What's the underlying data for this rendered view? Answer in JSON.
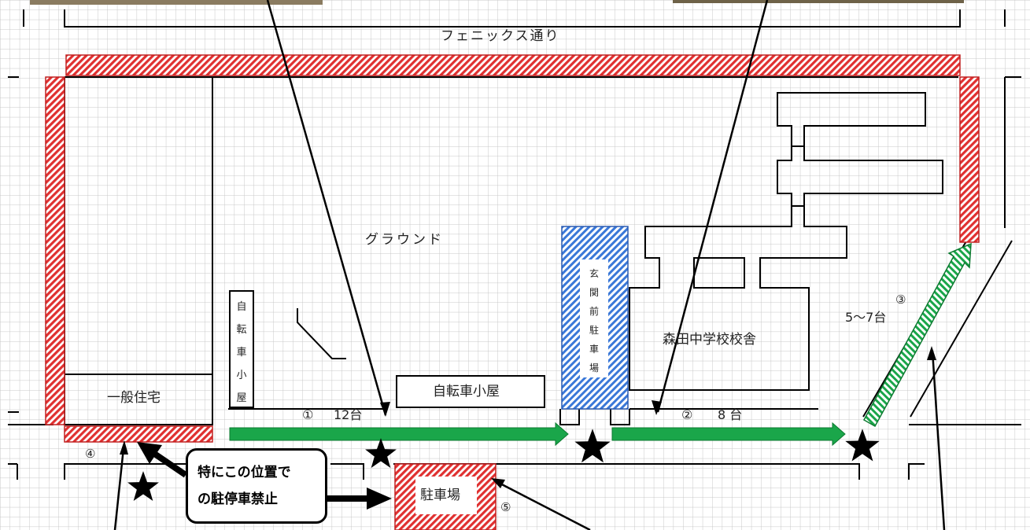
{
  "street": {
    "label": "フェニックス通り"
  },
  "areas": {
    "ground": "グラウンド",
    "school": "森田中学校校舎",
    "housing": "一般住宅",
    "bike_shed_main": "自転車小屋",
    "bike_shed_vertical": [
      "自",
      "転",
      "車",
      "小",
      "屋"
    ],
    "entrance_parking": [
      "玄",
      "関",
      "前",
      "駐",
      "車",
      "場"
    ],
    "parking_lot": "駐車場"
  },
  "markers": {
    "m1": "①",
    "m2": "②",
    "m3": "③",
    "m4": "④",
    "m5": "⑤"
  },
  "capacity": {
    "c1": "12台",
    "c2": "8 台",
    "c3": "5〜7台"
  },
  "notice": {
    "line1": "特にこの位置で",
    "line2": "の駐停車禁止"
  },
  "colors": {
    "no_parking_red": "#e03030",
    "entrance_blue": "#3a78d8",
    "route_green": "#1aa64a",
    "grid": "#c8c8c8"
  },
  "icons": [
    "star-icon",
    "arrow-icon"
  ]
}
